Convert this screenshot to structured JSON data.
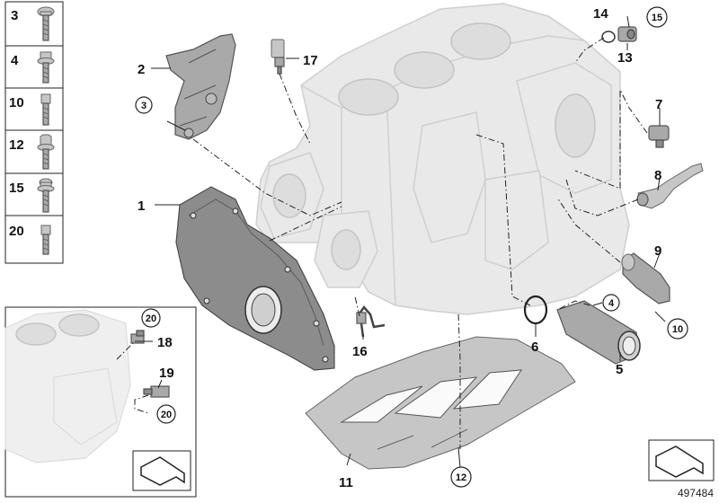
{
  "callouts": {
    "c1": "1",
    "c2": "2",
    "c3": "3",
    "c4": "4",
    "c5": "5",
    "c6": "6",
    "c7": "7",
    "c8": "8",
    "c9": "9",
    "c10": "10",
    "c11": "11",
    "c12": "12",
    "c13": "13",
    "c14": "14",
    "c15": "15",
    "c16": "16",
    "c17": "17",
    "c18": "18",
    "c19": "19",
    "c20a": "20",
    "c20b": "20"
  },
  "bolt_legend": [
    "3",
    "4",
    "10",
    "12",
    "15",
    "20"
  ],
  "reference_number": "497484"
}
